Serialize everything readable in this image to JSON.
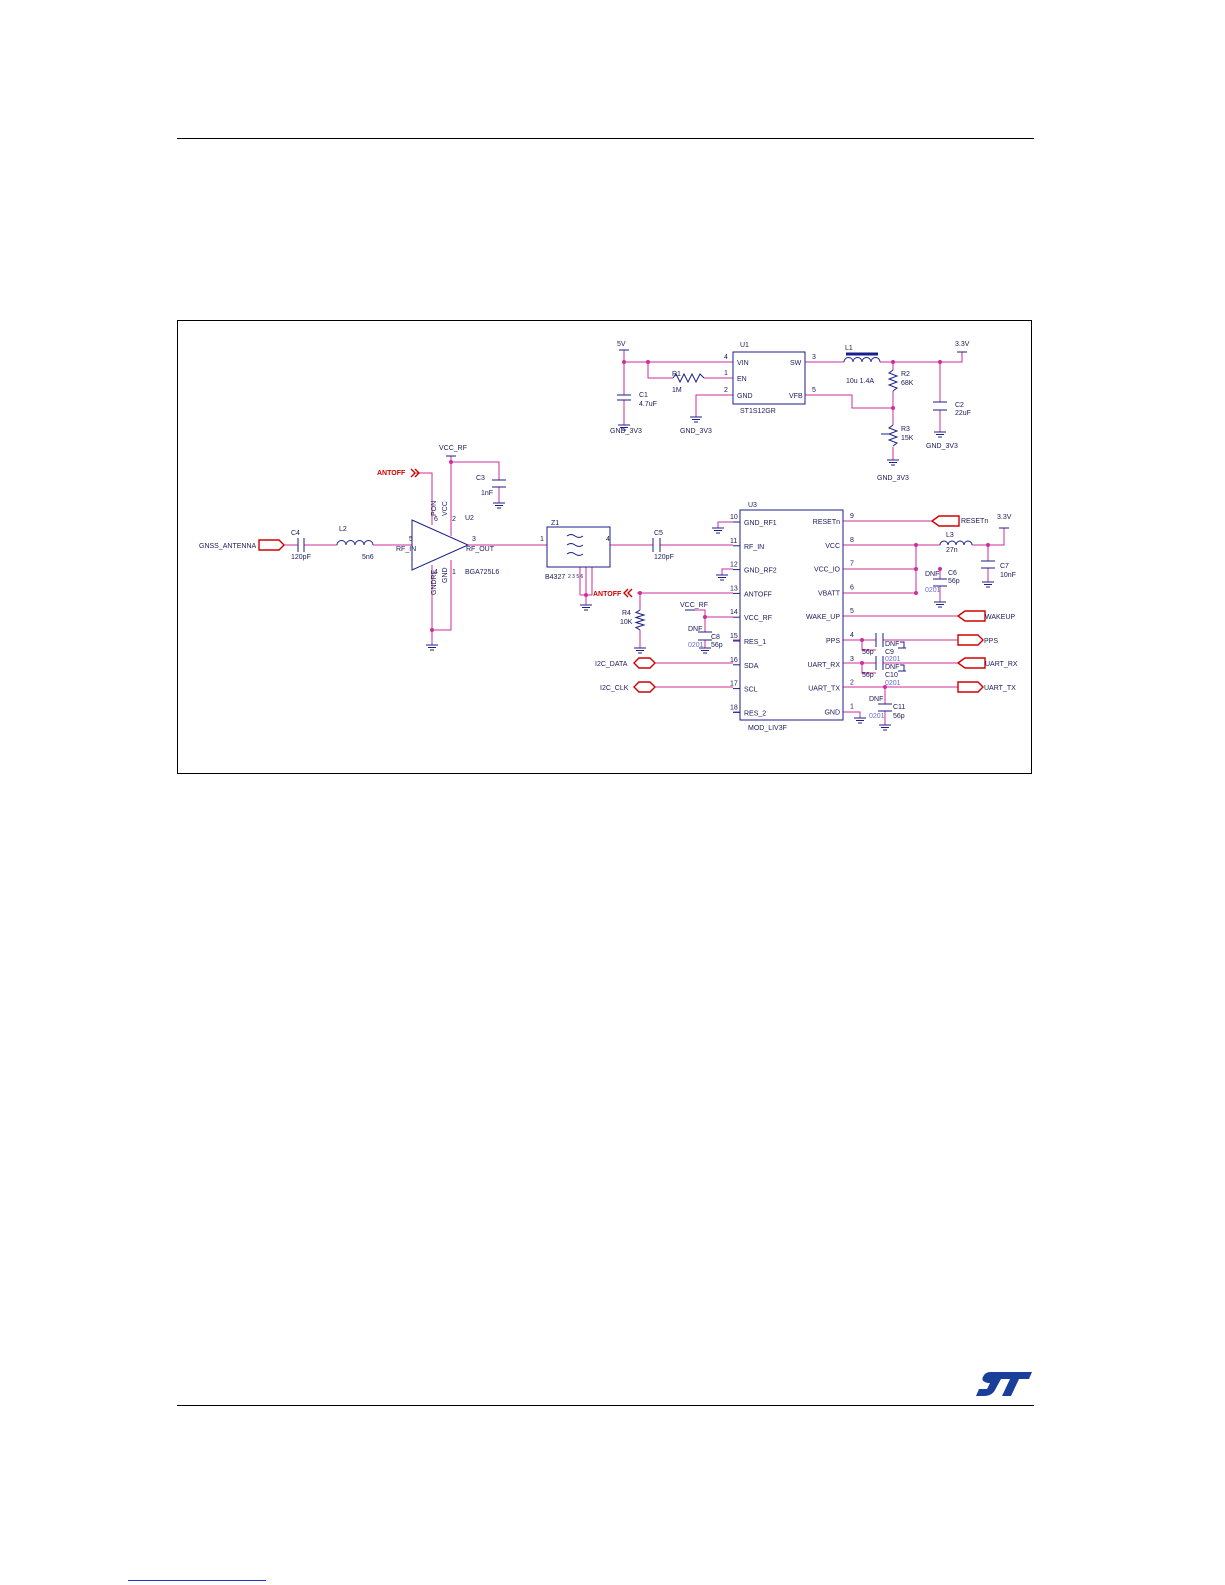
{
  "schematic": {
    "nets": {
      "v5": "5V",
      "v33_top": "3.3V",
      "vcc_rf": "VCC_RF",
      "vcc_rf2": "VCC_RF",
      "antoff_top": "ANTOFF",
      "antoff_mid": "ANTOFF",
      "gnd3v3_a": "GND_3V3",
      "gnd3v3_b": "GND_3V3",
      "gnd3v3_c": "GND_3V3",
      "gnd3v3_d": "GND_3V3",
      "gnss_antenna": "GNSS_ANTENNA",
      "v33_right": "3.3V",
      "resetn": "RESETn",
      "wakeup": "WAKEUP",
      "pps": "PPS",
      "uart_rx": "UART_RX",
      "uart_tx": "UART_TX",
      "i2c_data": "I2C_DATA",
      "i2c_clk": "I2C_CLK"
    },
    "u1": {
      "ref": "U1",
      "part": "ST1S12GR",
      "pins": {
        "vin": "VIN",
        "en": "EN",
        "gnd": "GND",
        "sw": "SW",
        "vfb": "VFB"
      },
      "nums": {
        "vin": "4",
        "en": "1",
        "gnd": "2",
        "sw": "3",
        "vfb": "5"
      }
    },
    "u2": {
      "ref": "U2",
      "part": "BGA725L6",
      "pins": {
        "rf_in": "RF_IN",
        "rf_out": "RF_OUT",
        "pon": "PON",
        "vcc": "VCC",
        "gndrf": "GNDRF",
        "gnd": "GND"
      },
      "nums": {
        "rf_in": "5",
        "rf_out": "3",
        "pon": "6",
        "vcc": "2",
        "gndrf": "4",
        "gnd": "1"
      }
    },
    "u3": {
      "ref": "U3",
      "part": "MOD_LIV3F",
      "left_pins": [
        {
          "name": "GND_RF1",
          "num": "10"
        },
        {
          "name": "RF_IN",
          "num": "11"
        },
        {
          "name": "GND_RF2",
          "num": "12"
        },
        {
          "name": "ANTOFF",
          "num": "13"
        },
        {
          "name": "VCC_RF",
          "num": "14"
        },
        {
          "name": "RES_1",
          "num": "15"
        },
        {
          "name": "SDA",
          "num": "16"
        },
        {
          "name": "SCL",
          "num": "17"
        },
        {
          "name": "RES_2",
          "num": "18"
        }
      ],
      "right_pins": [
        {
          "name": "RESETn",
          "num": "9"
        },
        {
          "name": "VCC",
          "num": "8"
        },
        {
          "name": "VCC_IO",
          "num": "7"
        },
        {
          "name": "VBATT",
          "num": "6"
        },
        {
          "name": "WAKE_UP",
          "num": "5"
        },
        {
          "name": "PPS",
          "num": "4"
        },
        {
          "name": "UART_RX",
          "num": "3"
        },
        {
          "name": "UART_TX",
          "num": "2"
        },
        {
          "name": "GND",
          "num": "1"
        }
      ]
    },
    "z1": {
      "ref": "Z1",
      "part": "B4327",
      "in_num": "1",
      "out_num": "4",
      "gnd_nums": "2 3 5 6"
    },
    "parts": {
      "c1_ref": "C1",
      "c1_val": "4.7uF",
      "c2_ref": "C2",
      "c2_val": "22uF",
      "c3_ref": "C3",
      "c3_val": "1nF",
      "c4_ref": "C4",
      "c4_val": "120pF",
      "c5_ref": "C5",
      "c5_val": "120pF",
      "c6_ref": "C6",
      "c6_val": "56p",
      "c7_ref": "C7",
      "c7_val": "10nF",
      "c8_ref": "C8",
      "c8_val": "56p",
      "c9_ref": "C9",
      "c9_val": "56p",
      "c10_ref": "C10",
      "c10_val": "56p",
      "c11_ref": "C11",
      "c11_val": "56p",
      "r1_ref": "R1",
      "r1_val": "1M",
      "r2_ref": "R2",
      "r2_val": "68K",
      "r3_ref": "R3",
      "r3_val": "15K",
      "r4_ref": "R4",
      "r4_val": "10K",
      "l1_ref": "L1",
      "l1_val": "10u 1.4A",
      "l2_ref": "L2",
      "l2_val": "5n6",
      "l3_ref": "L3",
      "l3_val": "27n",
      "dnf": "DNF",
      "pkg": "0201"
    }
  },
  "colors": {
    "wire": "#cc2e9b",
    "component": "#1b1f8a",
    "net_red": "#d00000",
    "text": "#1a1a5a"
  },
  "logo": {
    "icon": "st-logo-icon"
  }
}
